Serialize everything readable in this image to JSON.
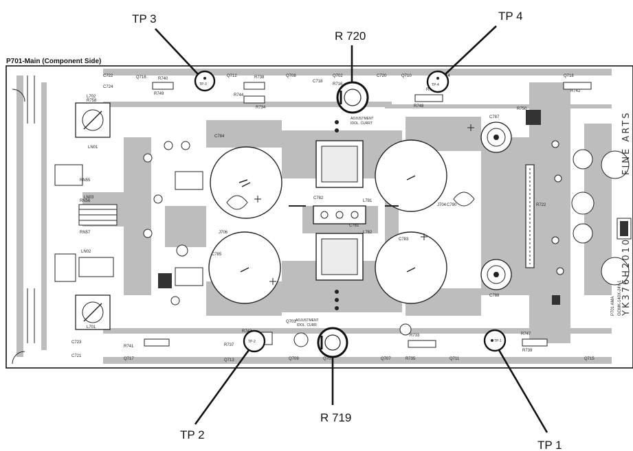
{
  "callouts": {
    "tp3": "TP 3",
    "r720": "R 720",
    "tp4": "TP 4",
    "tp2": "TP 2",
    "r719": "R 719",
    "tp1": "TP 1"
  },
  "board": {
    "title": "P701-Main (Component Side)",
    "silk_brand": "FINE ARTS",
    "silk_code": "YK376H2010",
    "silk_model": "GCMK-140X-24Y-1",
    "silk_ama": "P701  AMA",
    "adjust_top": [
      "ADJUSTMENT",
      "IDOL. CURRT"
    ],
    "adjust_bottom": [
      "ADJUSTMENT",
      "IDOL. CURR"
    ],
    "testpoint_labels": {
      "tp3": "TP-3",
      "tp4": "TP-4",
      "tp2": "TP-2",
      "tp1": "TP-1"
    },
    "refs_top": [
      "C722",
      "C724",
      "R758",
      "R740",
      "R749",
      "Q716",
      "Q712",
      "R738",
      "R744",
      "R734",
      "Q708",
      "C718",
      "Q702",
      "R716",
      "C720",
      "Q710",
      "R736",
      "R748",
      "Q714",
      "Q718",
      "R742"
    ],
    "refs_mid": [
      "L702",
      "LN01",
      "RN55",
      "RN56",
      "RN57",
      "LN03",
      "LN02",
      "C784",
      "C782",
      "C781",
      "C783",
      "C785",
      "C787",
      "C788",
      "C790",
      "J706",
      "J704",
      "L781",
      "L782",
      "R750",
      "R722"
    ],
    "refs_bottom": [
      "L701",
      "C723",
      "C721",
      "R741",
      "Q717",
      "R737",
      "Q713",
      "R743",
      "Q709",
      "Q703",
      "Q701",
      "R733",
      "Q707",
      "R735",
      "Q711",
      "R747",
      "R739",
      "Q715"
    ]
  }
}
